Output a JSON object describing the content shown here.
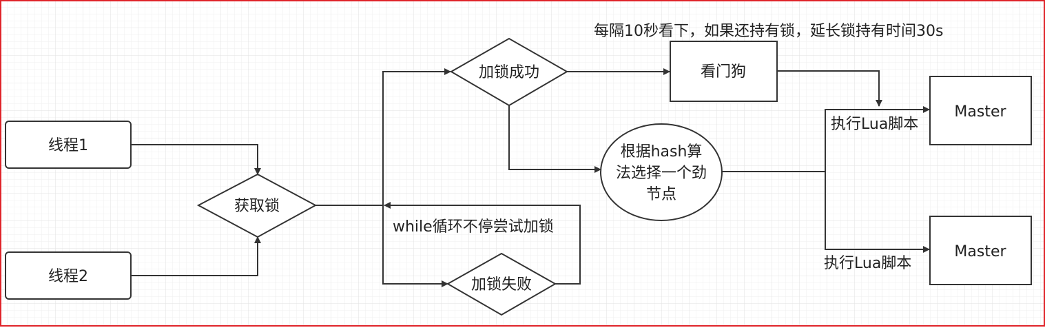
{
  "nodes": {
    "thread1": "线程1",
    "thread2": "线程2",
    "acquire": "获取锁",
    "success": "加锁成功",
    "fail": "加锁失败",
    "watchdog": "看门狗",
    "hash_line1": "根据hash算",
    "hash_line2": "法选择一个劲",
    "hash_line3": "节点",
    "master1": "Master",
    "master2": "Master"
  },
  "labels": {
    "watchdog_note": "每隔10秒看下，如果还持有锁，延长锁持有时间30s",
    "retry": "while循环不停尝试加锁",
    "lua1": "执行Lua脚本",
    "lua2": "执行Lua脚本"
  },
  "colors": {
    "stroke": "#333333",
    "frame": "#e0242a",
    "grid": "#e6e6e6"
  }
}
